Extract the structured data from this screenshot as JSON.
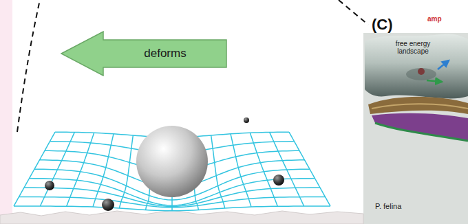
{
  "diagram": {
    "nodes": [
      {
        "text": [
          "deforms"
        ]
      }
    ],
    "labels": [
      "(C)",
      "amp",
      "free energy landscape",
      "P. felina"
    ]
  }
}
